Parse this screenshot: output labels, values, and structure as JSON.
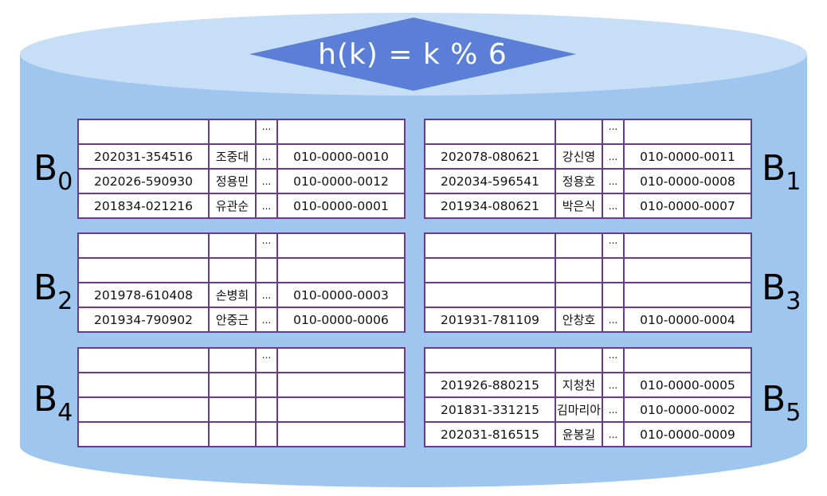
{
  "hash_function": "h(k) = k % 6",
  "colors": {
    "cylinder_body": "#9fc6ee",
    "cylinder_top": "#c7def7",
    "diamond": "#5b7fd6",
    "table_border": "#6a3a8c"
  },
  "buckets": [
    {
      "letter": "B",
      "index": "0",
      "col_dots": "...",
      "rows": [
        {
          "id": "",
          "name": "",
          "dots": "",
          "phone": ""
        },
        {
          "id": "202031-354516",
          "name": "조중대",
          "dots": "...",
          "phone": "010-0000-0010"
        },
        {
          "id": "202026-590930",
          "name": "정용민",
          "dots": "...",
          "phone": "010-0000-0012"
        },
        {
          "id": "201834-021216",
          "name": "유관순",
          "dots": "...",
          "phone": "010-0000-0001"
        }
      ]
    },
    {
      "letter": "B",
      "index": "1",
      "col_dots": "...",
      "rows": [
        {
          "id": "",
          "name": "",
          "dots": "",
          "phone": ""
        },
        {
          "id": "202078-080621",
          "name": "강신영",
          "dots": "...",
          "phone": "010-0000-0011"
        },
        {
          "id": "202034-596541",
          "name": "정용호",
          "dots": "...",
          "phone": "010-0000-0008"
        },
        {
          "id": "201934-080621",
          "name": "박은식",
          "dots": "...",
          "phone": "010-0000-0007"
        }
      ]
    },
    {
      "letter": "B",
      "index": "2",
      "col_dots": "...",
      "rows": [
        {
          "id": "",
          "name": "",
          "dots": "",
          "phone": ""
        },
        {
          "id": "",
          "name": "",
          "dots": "",
          "phone": ""
        },
        {
          "id": "201978-610408",
          "name": "손병희",
          "dots": "...",
          "phone": "010-0000-0003"
        },
        {
          "id": "201934-790902",
          "name": "안중근",
          "dots": "...",
          "phone": "010-0000-0006"
        }
      ]
    },
    {
      "letter": "B",
      "index": "3",
      "col_dots": "...",
      "rows": [
        {
          "id": "",
          "name": "",
          "dots": "",
          "phone": ""
        },
        {
          "id": "",
          "name": "",
          "dots": "",
          "phone": ""
        },
        {
          "id": "",
          "name": "",
          "dots": "",
          "phone": ""
        },
        {
          "id": "201931-781109",
          "name": "안창호",
          "dots": "...",
          "phone": "010-0000-0004"
        }
      ]
    },
    {
      "letter": "B",
      "index": "4",
      "col_dots": "...",
      "rows": [
        {
          "id": "",
          "name": "",
          "dots": "",
          "phone": ""
        },
        {
          "id": "",
          "name": "",
          "dots": "",
          "phone": ""
        },
        {
          "id": "",
          "name": "",
          "dots": "",
          "phone": ""
        },
        {
          "id": "",
          "name": "",
          "dots": "",
          "phone": ""
        }
      ]
    },
    {
      "letter": "B",
      "index": "5",
      "col_dots": "...",
      "rows": [
        {
          "id": "",
          "name": "",
          "dots": "",
          "phone": ""
        },
        {
          "id": "201926-880215",
          "name": "지청천",
          "dots": "...",
          "phone": "010-0000-0005"
        },
        {
          "id": "201831-331215",
          "name": "김마리아",
          "dots": "...",
          "phone": "010-0000-0002"
        },
        {
          "id": "202031-816515",
          "name": "윤봉길",
          "dots": "...",
          "phone": "010-0000-0009"
        }
      ]
    }
  ]
}
